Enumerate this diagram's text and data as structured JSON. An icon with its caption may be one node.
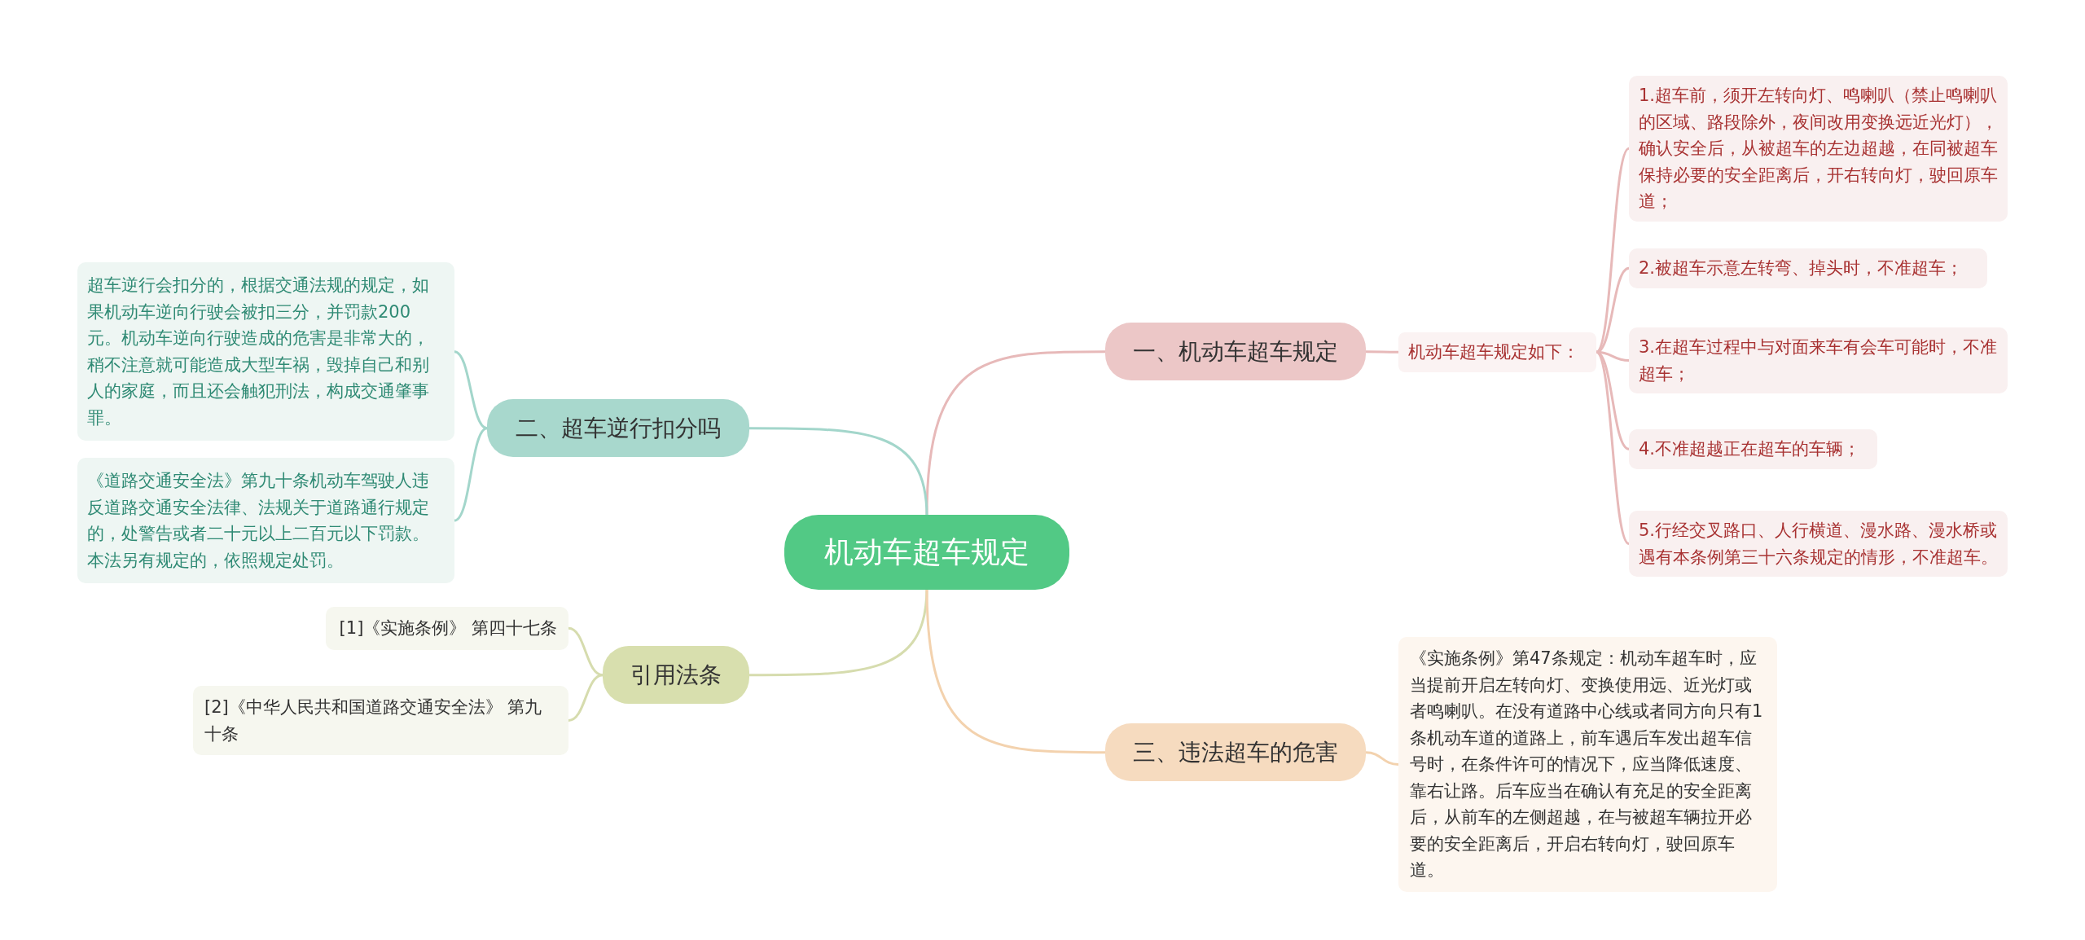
{
  "diagram": {
    "nodes": [
      {
        "text": [
          "机动车超车规定"
        ]
      },
      {
        "text": [
          "一、机动车超车规定"
        ]
      },
      {
        "text": [
          "机动车超车规定如下："
        ]
      },
      {
        "text": [
          "1.超车前，须开左转向灯、鸣喇叭（禁止鸣喇叭的区域、路段除外，夜间改用变换远近光灯），确认安全后，从被超车的左边超越，在同被超车保持必要的安全距离后，开右转向灯，驶回原车道；"
        ]
      },
      {
        "text": [
          "2.被超车示意左转弯、掉头时，不准超车；"
        ]
      },
      {
        "text": [
          "3.在超车过程中与对面来车有会车可能时，不准超车；"
        ]
      },
      {
        "text": [
          "4.不准超越正在超车的车辆；"
        ]
      },
      {
        "text": [
          "5.行经交叉路口、人行横道、漫水路、漫水桥或遇有本条例第三十六条规定的情形，不准超车。"
        ]
      },
      {
        "text": [
          "二、超车逆行扣分吗"
        ]
      },
      {
        "text": [
          "超车逆行会扣分的，根据交通法规的规定，如果机动车逆向行驶会被扣三分，并罚款200元。机动车逆向行驶造成的危害是非常大的，稍不注意就可能造成大型车祸，毁掉自己和别人的家庭，而且还会触犯刑法，构成交通肇事罪。"
        ]
      },
      {
        "text": [
          "《道路交通安全法》第九十条机动车驾驶人违反道路交通安全法律、法规关于道路通行规定的，处警告或者二十元以上二百元以下罚款。本法另有规定的，依照规定处罚。"
        ]
      },
      {
        "text": [
          "引用法条"
        ]
      },
      {
        "text": [
          "[1]《实施条例》 第四十七条"
        ]
      },
      {
        "text": [
          "[2]《中华人民共和国道路交通安全法》 第九十条"
        ]
      },
      {
        "text": [
          "三、违法超车的危害"
        ]
      },
      {
        "text": [
          "《实施条例》第47条规定：机动车超车时，应当提前开启左转向灯、变换使用远、近光灯或者鸣喇叭。在没有道路中心线或者同方向只有1条机动车道的道路上，前车遇后车发出超车信号时，在条件许可的情况下，应当降低速度、靠右让路。后车应当在确认有充足的安全距离后，从前车的左侧超越，在与被超车辆拉开必要的安全距离后，开启右转向灯，驶回原车道。"
        ]
      }
    ],
    "edges": [
      {
        "from": 0,
        "to": 1,
        "arrow": "none"
      },
      {
        "from": 1,
        "to": 2,
        "arrow": "none"
      },
      {
        "from": 2,
        "to": 3,
        "arrow": "none"
      },
      {
        "from": 2,
        "to": 4,
        "arrow": "none"
      },
      {
        "from": 2,
        "to": 5,
        "arrow": "none"
      },
      {
        "from": 2,
        "to": 6,
        "arrow": "none"
      },
      {
        "from": 2,
        "to": 7,
        "arrow": "none"
      },
      {
        "from": 0,
        "to": 8,
        "arrow": "none",
        "color": "#a3d6cb"
      },
      {
        "from": 8,
        "to": 9,
        "arrow": "none",
        "color": "#a3d6cb"
      },
      {
        "from": 8,
        "to": 10,
        "arrow": "none",
        "color": "#a3d6cb"
      },
      {
        "from": 0,
        "to": 11,
        "arrow": "none",
        "color": "#d6dcae"
      },
      {
        "from": 11,
        "to": 12,
        "arrow": "none",
        "color": "#d6dcae"
      },
      {
        "from": 11,
        "to": 13,
        "arrow": "none",
        "color": "#d6dcae"
      },
      {
        "from": 0,
        "to": 14,
        "arrow": "none",
        "color": "#f3d2ae"
      },
      {
        "from": 14,
        "to": 15,
        "arrow": "none",
        "color": "#f3d2ae"
      }
    ]
  }
}
